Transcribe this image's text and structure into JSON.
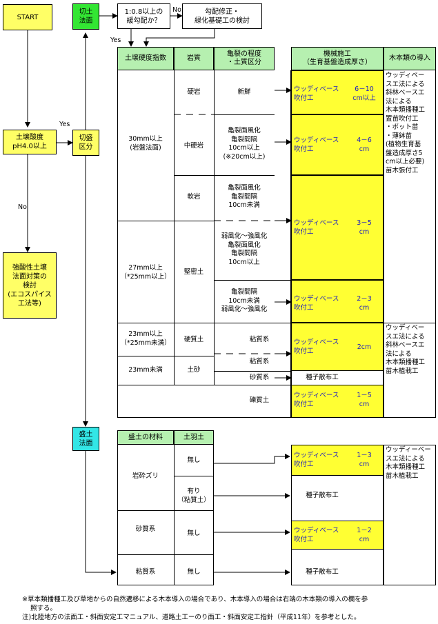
{
  "flow": {
    "start": "START",
    "soil_acid": "土壌酸度\npH4.0以上",
    "acid_measure": "強酸性土壌\n法面対策の\n検討\n(エコスパイス\n工法等)",
    "cut": "切土\n法面",
    "cut_class": "切盛\n区分",
    "fill": "盛土\n法面",
    "slope_q": "1:0.8以上の\n緩勾配か？",
    "slope_fix": "勾配修正・\n緑化基礎工の検討",
    "yes1": "Yes",
    "yes2": "Yes",
    "no1": "No",
    "no2": "No"
  },
  "cut_table": {
    "headers": {
      "hardness": "土壌硬度指数",
      "rock": "岩質",
      "crack": "亀裂の程度\n・土質区分",
      "machine": "機械施工\n（生育基盤造成厚さ）",
      "tree": "木本類の導入"
    },
    "hardness": [
      "30mm以上\n(岩盤法面)",
      "27mm以上\n（*25mm以上）",
      "23mm以上\n（*25mm未満）",
      "23mm未満"
    ],
    "rock": [
      "硬岩",
      "中硬岩",
      "軟岩",
      "堅密土",
      "硬質土",
      "土砂"
    ],
    "crack": [
      "新鮮",
      "亀裂面風化\n亀裂間隔\n10cm以上\n(※20cm以上)",
      "亀裂面風化\n亀裂間隔\n10cm未満",
      "弱風化～強風化\n亀裂面風化\n亀裂間隔\n10cm以上",
      "亀裂間隔\n10cm未満\n弱風化～強風化",
      "粘質系",
      "粘質系",
      "砂質系",
      "礫質土"
    ],
    "method_name": "ウッディベース\n吹付工",
    "thickness": [
      "6－10\ncm以上",
      "4－6\ncm",
      "3－5\ncm",
      "2－3\ncm",
      "2cm",
      "1－5\ncm"
    ],
    "seed": "種子散布工",
    "tree_intro_1": "ウッディベー\nスエ法による\n斜林ベースエ\n法による\n木本類播種工\n置苗吹付工\n・ポット苗\n・薄鉢苗\n(植物生育基\n盤造成厚さ5\ncm以上必要)\n苗木張付工",
    "tree_intro_2": "ウッディベー\nスエ法による\n斜林ベースエ\n法による\n木本類播種工\n苗木植栽工"
  },
  "fill_table": {
    "headers": {
      "material": "盛土の材料",
      "cover": "土羽土"
    },
    "material": [
      "岩砕ズリ",
      "砂質系",
      "粘質系"
    ],
    "cover": [
      "無し",
      "有り\n（粘質土）",
      "無し",
      "無し"
    ],
    "method_name": "ウッディベース\n吹付工",
    "thickness": [
      "1－3\ncm",
      "1－2\ncm"
    ],
    "seed": "種子散布工",
    "tree_intro": "ウッディーベー\nスエ法による\n木本類播種工\n苗木植栽工"
  },
  "notes": [
    "※草本類播種工及び草地からの自然遷移による木本導入の場合であり、木本導入の場合は右端の木本類の導入の欄を参",
    "照する。",
    "注)北陸地方の法面工・斜面安定工マニュアル、道路土工ーのり面工・斜面安定工指針（平成11年）を参考とした。"
  ],
  "colors": {
    "yellow": "#ffff33",
    "green": "#33e633",
    "cyan": "#33e6e6",
    "header": "#b6f0b0",
    "method_text": "#2020c0"
  }
}
